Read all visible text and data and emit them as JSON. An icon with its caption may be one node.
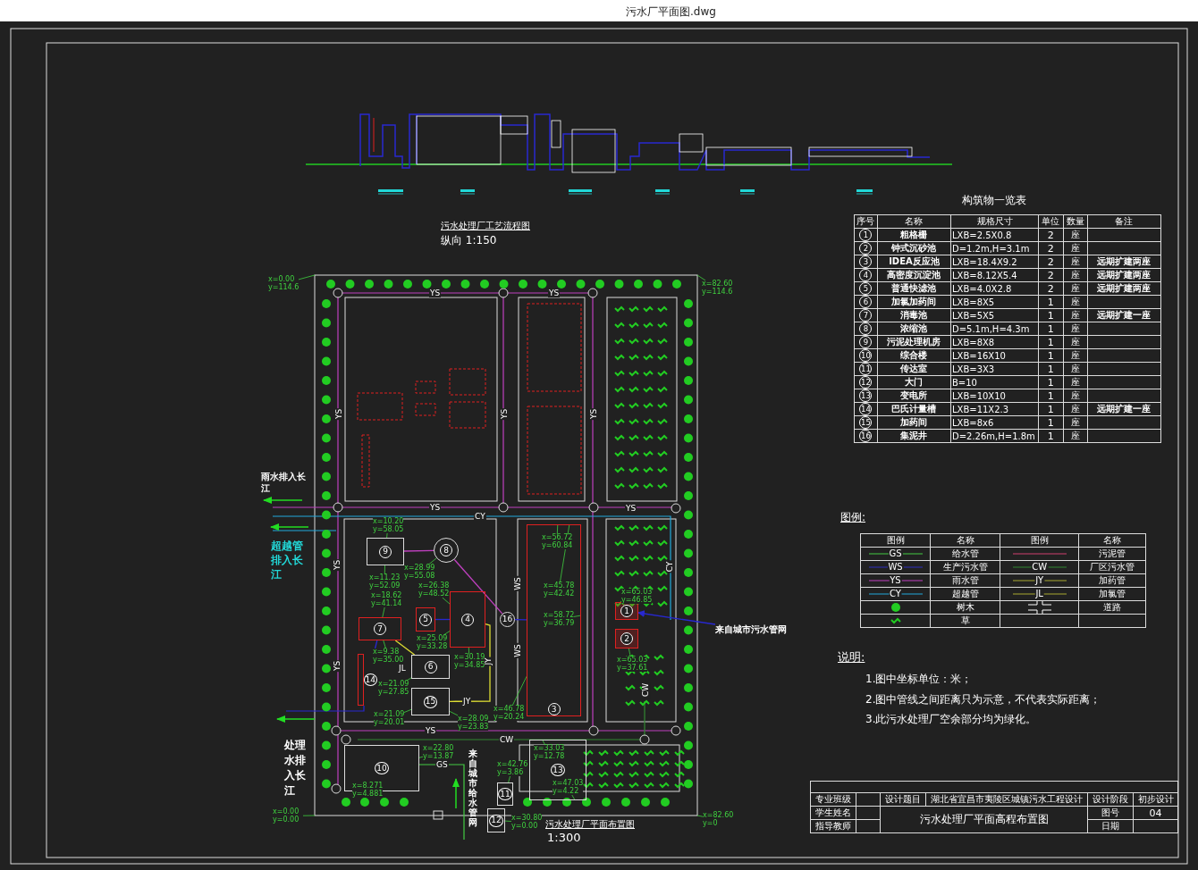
{
  "diagram": {
    "nodes": [
      {
        "text": [
          "9"
        ]
      },
      {
        "text": [
          "8"
        ]
      },
      {
        "text": [
          "4"
        ]
      },
      {
        "text": [
          "7"
        ]
      },
      {
        "text": [
          "5"
        ]
      },
      {
        "text": [
          "16"
        ]
      },
      {
        "text": [
          "6"
        ]
      },
      {
        "text": [
          "15"
        ]
      },
      {
        "text": [
          "14"
        ]
      },
      {
        "text": [
          "3"
        ]
      },
      {
        "text": [
          "1"
        ]
      },
      {
        "text": [
          "2"
        ]
      },
      {
        "text": [
          "10"
        ]
      },
      {
        "text": [
          "13"
        ]
      },
      {
        "text": [
          "11"
        ]
      },
      {
        "text": [
          "12"
        ]
      },
      {
        "text": [
          "x=0.00 y=114.6"
        ]
      },
      {
        "text": [
          "x=82.60 y=114.6"
        ]
      },
      {
        "text": [
          "x=10.20 y=58.05"
        ]
      },
      {
        "text": [
          "x=11.23 y=52.09"
        ]
      },
      {
        "text": [
          "x=28.99 y=55.08"
        ]
      },
      {
        "text": [
          "x=26.38 y=48.52"
        ]
      },
      {
        "text": [
          "x=18.62 y=41.14"
        ]
      },
      {
        "text": [
          "x=9.38 y=35.00"
        ]
      },
      {
        "text": [
          "x=25.09 y=33.28"
        ]
      },
      {
        "text": [
          "x=30.19 y=34.85"
        ]
      },
      {
        "text": [
          "x=21.09 y=27.85"
        ]
      },
      {
        "text": [
          "x=21.09 y=20.01"
        ]
      },
      {
        "text": [
          "x=28.09 y=23.83"
        ]
      },
      {
        "text": [
          "x=46.78 y=20.24"
        ]
      },
      {
        "text": [
          "x=56.72 y=60.84"
        ],
        "in": 9
      },
      {
        "text": [
          "x=45.78 y=42.42"
        ],
        "in": 9
      },
      {
        "text": [
          "x=58.72 y=36.79"
        ],
        "in": 9
      },
      {
        "text": [
          "x=65.03 y=46.85"
        ]
      },
      {
        "text": [
          "x=65.03 y=37.61"
        ]
      },
      {
        "text": [
          "x=22.80 y=13.87"
        ]
      },
      {
        "text": [
          "x=8.271 y=4.881"
        ]
      },
      {
        "text": [
          "x=33.03 y=12.78"
        ],
        "in": 13
      },
      {
        "text": [
          "x=47.03 y=4.22"
        ],
        "in": 13
      },
      {
        "text": [
          "x=42.76 y=3.86"
        ]
      },
      {
        "text": [
          "x=30.80 y=0.00"
        ]
      },
      {
        "text": [
          "x=0.00 y=0.00"
        ]
      },
      {
        "text": [
          "x=82.60 y=0"
        ]
      },
      {
        "text": [
          "来自城市污水管网"
        ]
      }
    ],
    "edges": [
      {
        "from": 16,
        "to": null,
        "arrow": "none"
      },
      {
        "from": 17,
        "to": null,
        "arrow": "none"
      },
      {
        "from": 18,
        "to": 0,
        "arrow": "none"
      },
      {
        "from": 19,
        "to": 0,
        "arrow": "none"
      },
      {
        "from": 20,
        "to": 1,
        "arrow": "none"
      },
      {
        "from": 21,
        "to": 2,
        "arrow": "none"
      },
      {
        "from": 22,
        "to": 3,
        "arrow": "none"
      },
      {
        "from": 23,
        "to": 3,
        "arrow": "none"
      },
      {
        "from": 24,
        "to": 2,
        "arrow": "none"
      },
      {
        "from": 25,
        "to": 2,
        "arrow": "none"
      },
      {
        "from": 26,
        "to": 6,
        "arrow": "none"
      },
      {
        "from": 27,
        "to": 7,
        "arrow": "none"
      },
      {
        "from": 28,
        "to": 7,
        "arrow": "none"
      },
      {
        "from": 29,
        "to": 9,
        "arrow": "none"
      },
      {
        "from": 30,
        "to": 9,
        "arrow": "none"
      },
      {
        "from": 31,
        "to": 9,
        "arrow": "none"
      },
      {
        "from": 32,
        "to": 9,
        "arrow": "none"
      },
      {
        "from": 33,
        "to": 10,
        "arrow": "none"
      },
      {
        "from": 34,
        "to": 11,
        "arrow": "none"
      },
      {
        "from": 35,
        "to": 12,
        "arrow": "none"
      },
      {
        "from": 36,
        "to": 12,
        "arrow": "none"
      },
      {
        "from": 37,
        "to": 13,
        "arrow": "none"
      },
      {
        "from": 38,
        "to": 13,
        "arrow": "none"
      },
      {
        "from": 39,
        "to": 14,
        "arrow": "none"
      },
      {
        "from": 40,
        "to": 15,
        "arrow": "none"
      },
      {
        "from": 41,
        "to": null,
        "arrow": "none"
      },
      {
        "from": 42,
        "to": null,
        "arrow": "none"
      },
      {
        "from": 43,
        "to": 10,
        "arrow": "to",
        "color": "#2828d0"
      },
      {
        "from": 0,
        "to": 1,
        "arrow": "none",
        "color": "#c040c0"
      },
      {
        "from": 1,
        "to": 5,
        "arrow": "none",
        "color": "#c040c0"
      },
      {
        "from": 5,
        "to": 9,
        "arrow": "none",
        "color": "#2828d0"
      },
      {
        "from": 4,
        "to": 2,
        "arrow": "none",
        "color": "#2828d0"
      },
      {
        "from": 3,
        "to": 8,
        "arrow": "none",
        "color": "#2828d0"
      },
      {
        "from": 3,
        "to": 6,
        "arrow": "none",
        "color": "#dddd33"
      },
      {
        "from": 7,
        "to": 2,
        "arrow": "none",
        "color": "#dddd33"
      }
    ],
    "labels": [
      "污水厂平面图.dwg",
      "污水处理厂工艺流程图",
      "纵向 1:150",
      "构筑物一览表",
      "序号",
      "名称",
      "规格尺寸",
      "单位",
      "数量",
      "备注",
      "1",
      "粗格栅",
      "LXB=2.5X0.8",
      "2",
      "座",
      "2",
      "钟式沉砂池",
      "D=1.2m,H=3.1m",
      "2",
      "座",
      "3",
      "IDEA反应池",
      "LXB=18.4X9.2",
      "2",
      "座",
      "远期扩建两座",
      "4",
      "高密度沉淀池",
      "LXB=8.12X5.4",
      "2",
      "座",
      "远期扩建两座",
      "5",
      "普通快滤池",
      "LXB=4.0X2.8",
      "2",
      "座",
      "远期扩建两座",
      "6",
      "加氯加药间",
      "LXB=8X5",
      "1",
      "座",
      "7",
      "消毒池",
      "LXB=5X5",
      "1",
      "座",
      "远期扩建一座",
      "8",
      "浓缩池",
      "D=5.1m,H=4.3m",
      "1",
      "座",
      "9",
      "污泥处理机房",
      "LXB=8X8",
      "1",
      "座",
      "10",
      "综合楼",
      "LXB=16X10",
      "1",
      "座",
      "11",
      "传达室",
      "LXB=3X3",
      "1",
      "座",
      "12",
      "大门",
      "B=10",
      "1",
      "座",
      "13",
      "变电所",
      "LXB=10X10",
      "1",
      "座",
      "14",
      "巴氏计量槽",
      "LXB=11X2.3",
      "1",
      "座",
      "远期扩建一座",
      "15",
      "加药间",
      "LXB=8x6",
      "1",
      "座",
      "16",
      "集泥井",
      "D=2.26m,H=1.8m",
      "1",
      "座",
      "图例:",
      "图例",
      "名称",
      "图例",
      "名称",
      "GS",
      "WS",
      "CW",
      "YS",
      "JY",
      "CY",
      "JL",
      "说明:",
      "1.图中坐标单位：米；",
      "2.图中管线之间距离只为示意，不代表实际距离；",
      "3.此污水处理厂空余部分均为绿化。",
      "YS",
      "YS",
      "YS",
      "YS",
      "YS",
      "YS",
      "YS",
      "CY",
      "YS",
      "CY",
      "WS",
      "JL",
      "WS",
      "JY",
      "YS",
      "CW",
      "JY",
      "YS",
      "CW",
      "GS",
      "雨水排入长江",
      "超越管排入长江",
      "处理水排入长江",
      "来自城市给水管网",
      "污水处理厂平面布置图",
      "1:300",
      "专业班级",
      "设计题目",
      "湖北省宜昌市夷陵区城镇污水工程设计",
      "设计阶段",
      "初步设计",
      "学生姓名",
      "污水处理厂平面高程布置图",
      "图号",
      "04",
      "指导教师",
      "日期"
    ],
    "legend": [
      {
        "text": "给水管"
      },
      {
        "text": "污泥管"
      },
      {
        "text": "生产污水管"
      },
      {
        "text": "厂区污水管"
      },
      {
        "text": "雨水管"
      },
      {
        "text": "加药管"
      },
      {
        "text": "超越管"
      },
      {
        "text": "加氯管"
      },
      {
        "text": "树木"
      },
      {
        "text": "道路"
      },
      {
        "text": "草"
      }
    ]
  }
}
